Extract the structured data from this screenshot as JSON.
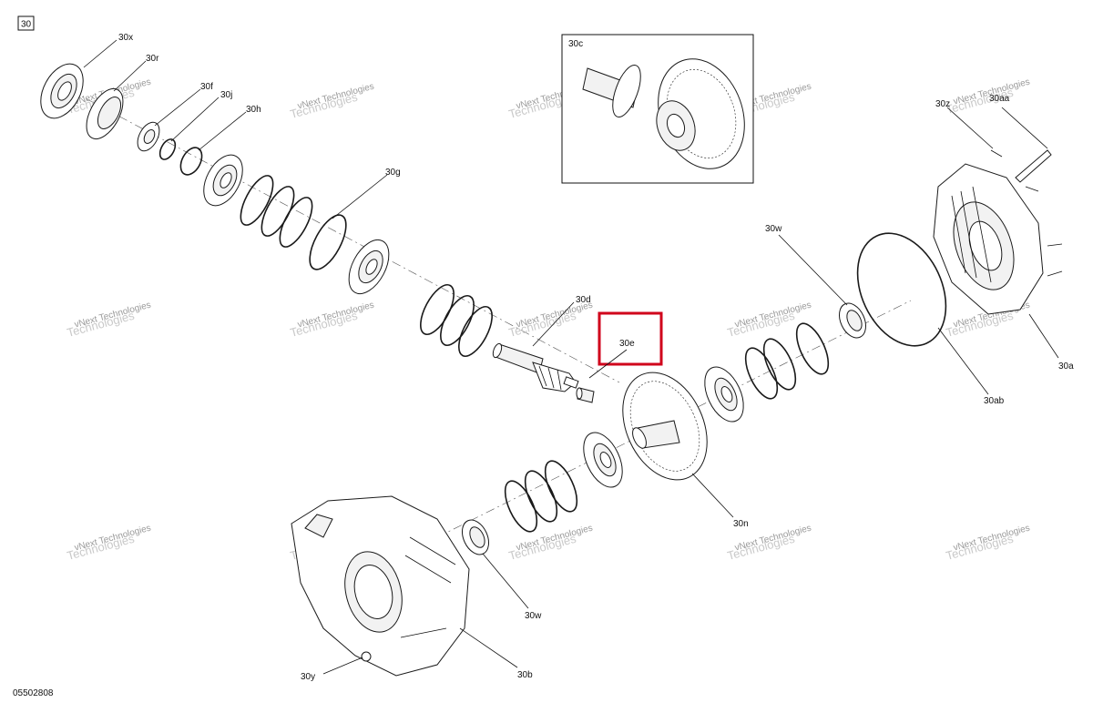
{
  "figure_number": "30",
  "drawing_code": "05502808",
  "watermark": {
    "line1": "vNext Technologies",
    "line2": "Technologies"
  },
  "highlight": {
    "color": "#d0021b",
    "label": "30e"
  },
  "inset_label": "30c",
  "callouts": {
    "c30x": "30x",
    "c30r": "30r",
    "c30f": "30f",
    "c30j": "30j",
    "c30h": "30h",
    "c30g": "30g",
    "c30d": "30d",
    "c30e": "30e",
    "c30w_top": "30w",
    "c30z": "30z",
    "c30aa": "30aa",
    "c30a": "30a",
    "c30ab": "30ab",
    "c30n": "30n",
    "c30w_bottom": "30w",
    "c30b": "30b",
    "c30y": "30y"
  }
}
